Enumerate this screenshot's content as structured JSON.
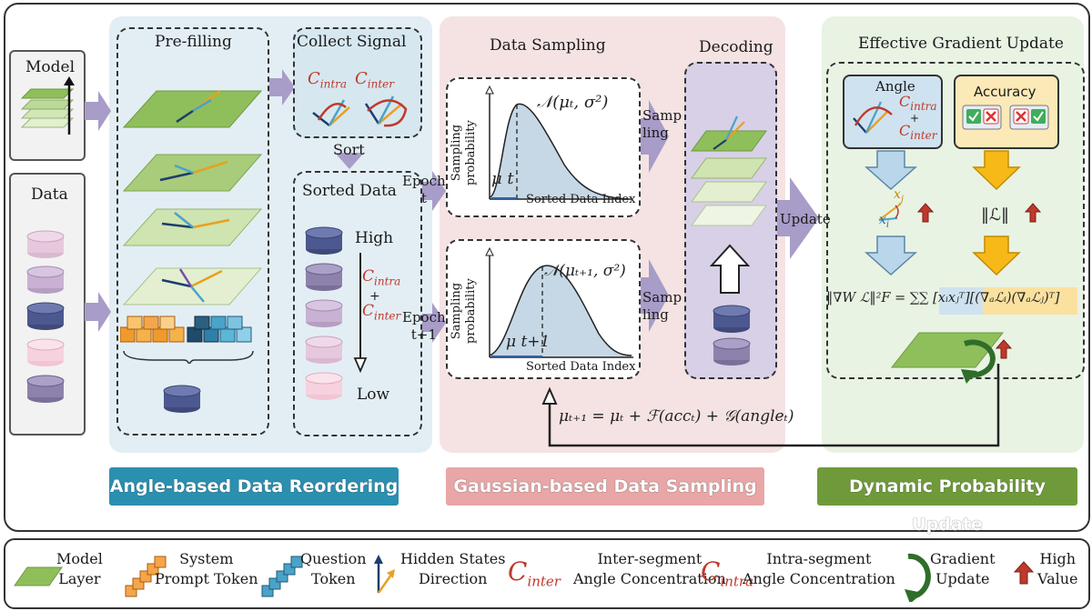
{
  "inputs": {
    "model_label": "Model",
    "data_label": "Data"
  },
  "reordering": {
    "prefill_title": "Pre-filling",
    "collect_title": "Collect Signal",
    "c_intra": "C",
    "c_intra_sub": "intra",
    "c_inter": "C",
    "c_inter_sub": "inter",
    "sort_label": "Sort",
    "sorted_title": "Sorted Data",
    "high_label": "High",
    "low_label": "Low",
    "plus": "+",
    "banner": "Angle-based Data Reordering"
  },
  "sampling": {
    "title": "Data Sampling",
    "decoding_title": "Decoding",
    "epoch_t": "Epoch\nt",
    "epoch_t1": "Epoch\nt+1",
    "sampling_label": "Samp\nling",
    "y_axis": "Sampling\nprobability",
    "x_axis": "Sorted Data Index",
    "dist_top": "𝒩(μₜ, σ²)",
    "dist_bottom": "𝒩(μₜ₊₁, σ²)",
    "mu_top": "μ t",
    "mu_bottom": "μ t+1",
    "update_formula": "μₜ₊₁ = μₜ + ℱ(accₜ) + 𝒢(angleₜ)",
    "banner": "Gaussian-based Data Sampling"
  },
  "update": {
    "update_label": "Update",
    "title": "Effective Gradient Update",
    "angle_label": "Angle",
    "accuracy_label": "Accuracy",
    "xj": "xj",
    "xi": "xi",
    "norm_label": "‖ℒ‖",
    "formula": "‖∇W ℒ‖²F = ∑∑ [xᵢxⱼᵀ][(∇ₐℒᵢ)(∇ₐℒⱼ)ᵀ]",
    "banner": "Dynamic Probability Update"
  },
  "legend": {
    "model_layer": "Model\nLayer",
    "system_prompt": "System\nPrompt Token",
    "question": "Question\nToken",
    "hidden_states": "Hidden States\nDirection",
    "c_inter": "C",
    "c_inter_sub": "inter",
    "inter_desc": "Inter-segment\nAngle Concentration",
    "c_intra": "C",
    "c_intra_sub": "intra",
    "intra_desc": "Intra-segment\nAngle Concentration",
    "gradient": "Gradient\nUpdate",
    "high_value": "High\nValue"
  },
  "colors": {
    "banner_blue": "#2b8fb0",
    "banner_pink": "#e9a6a6",
    "banner_green": "#6e9a3a",
    "layer_green": "#8fbf5a",
    "arrow_purple": "#a89cc8",
    "red": "#c0392b"
  }
}
